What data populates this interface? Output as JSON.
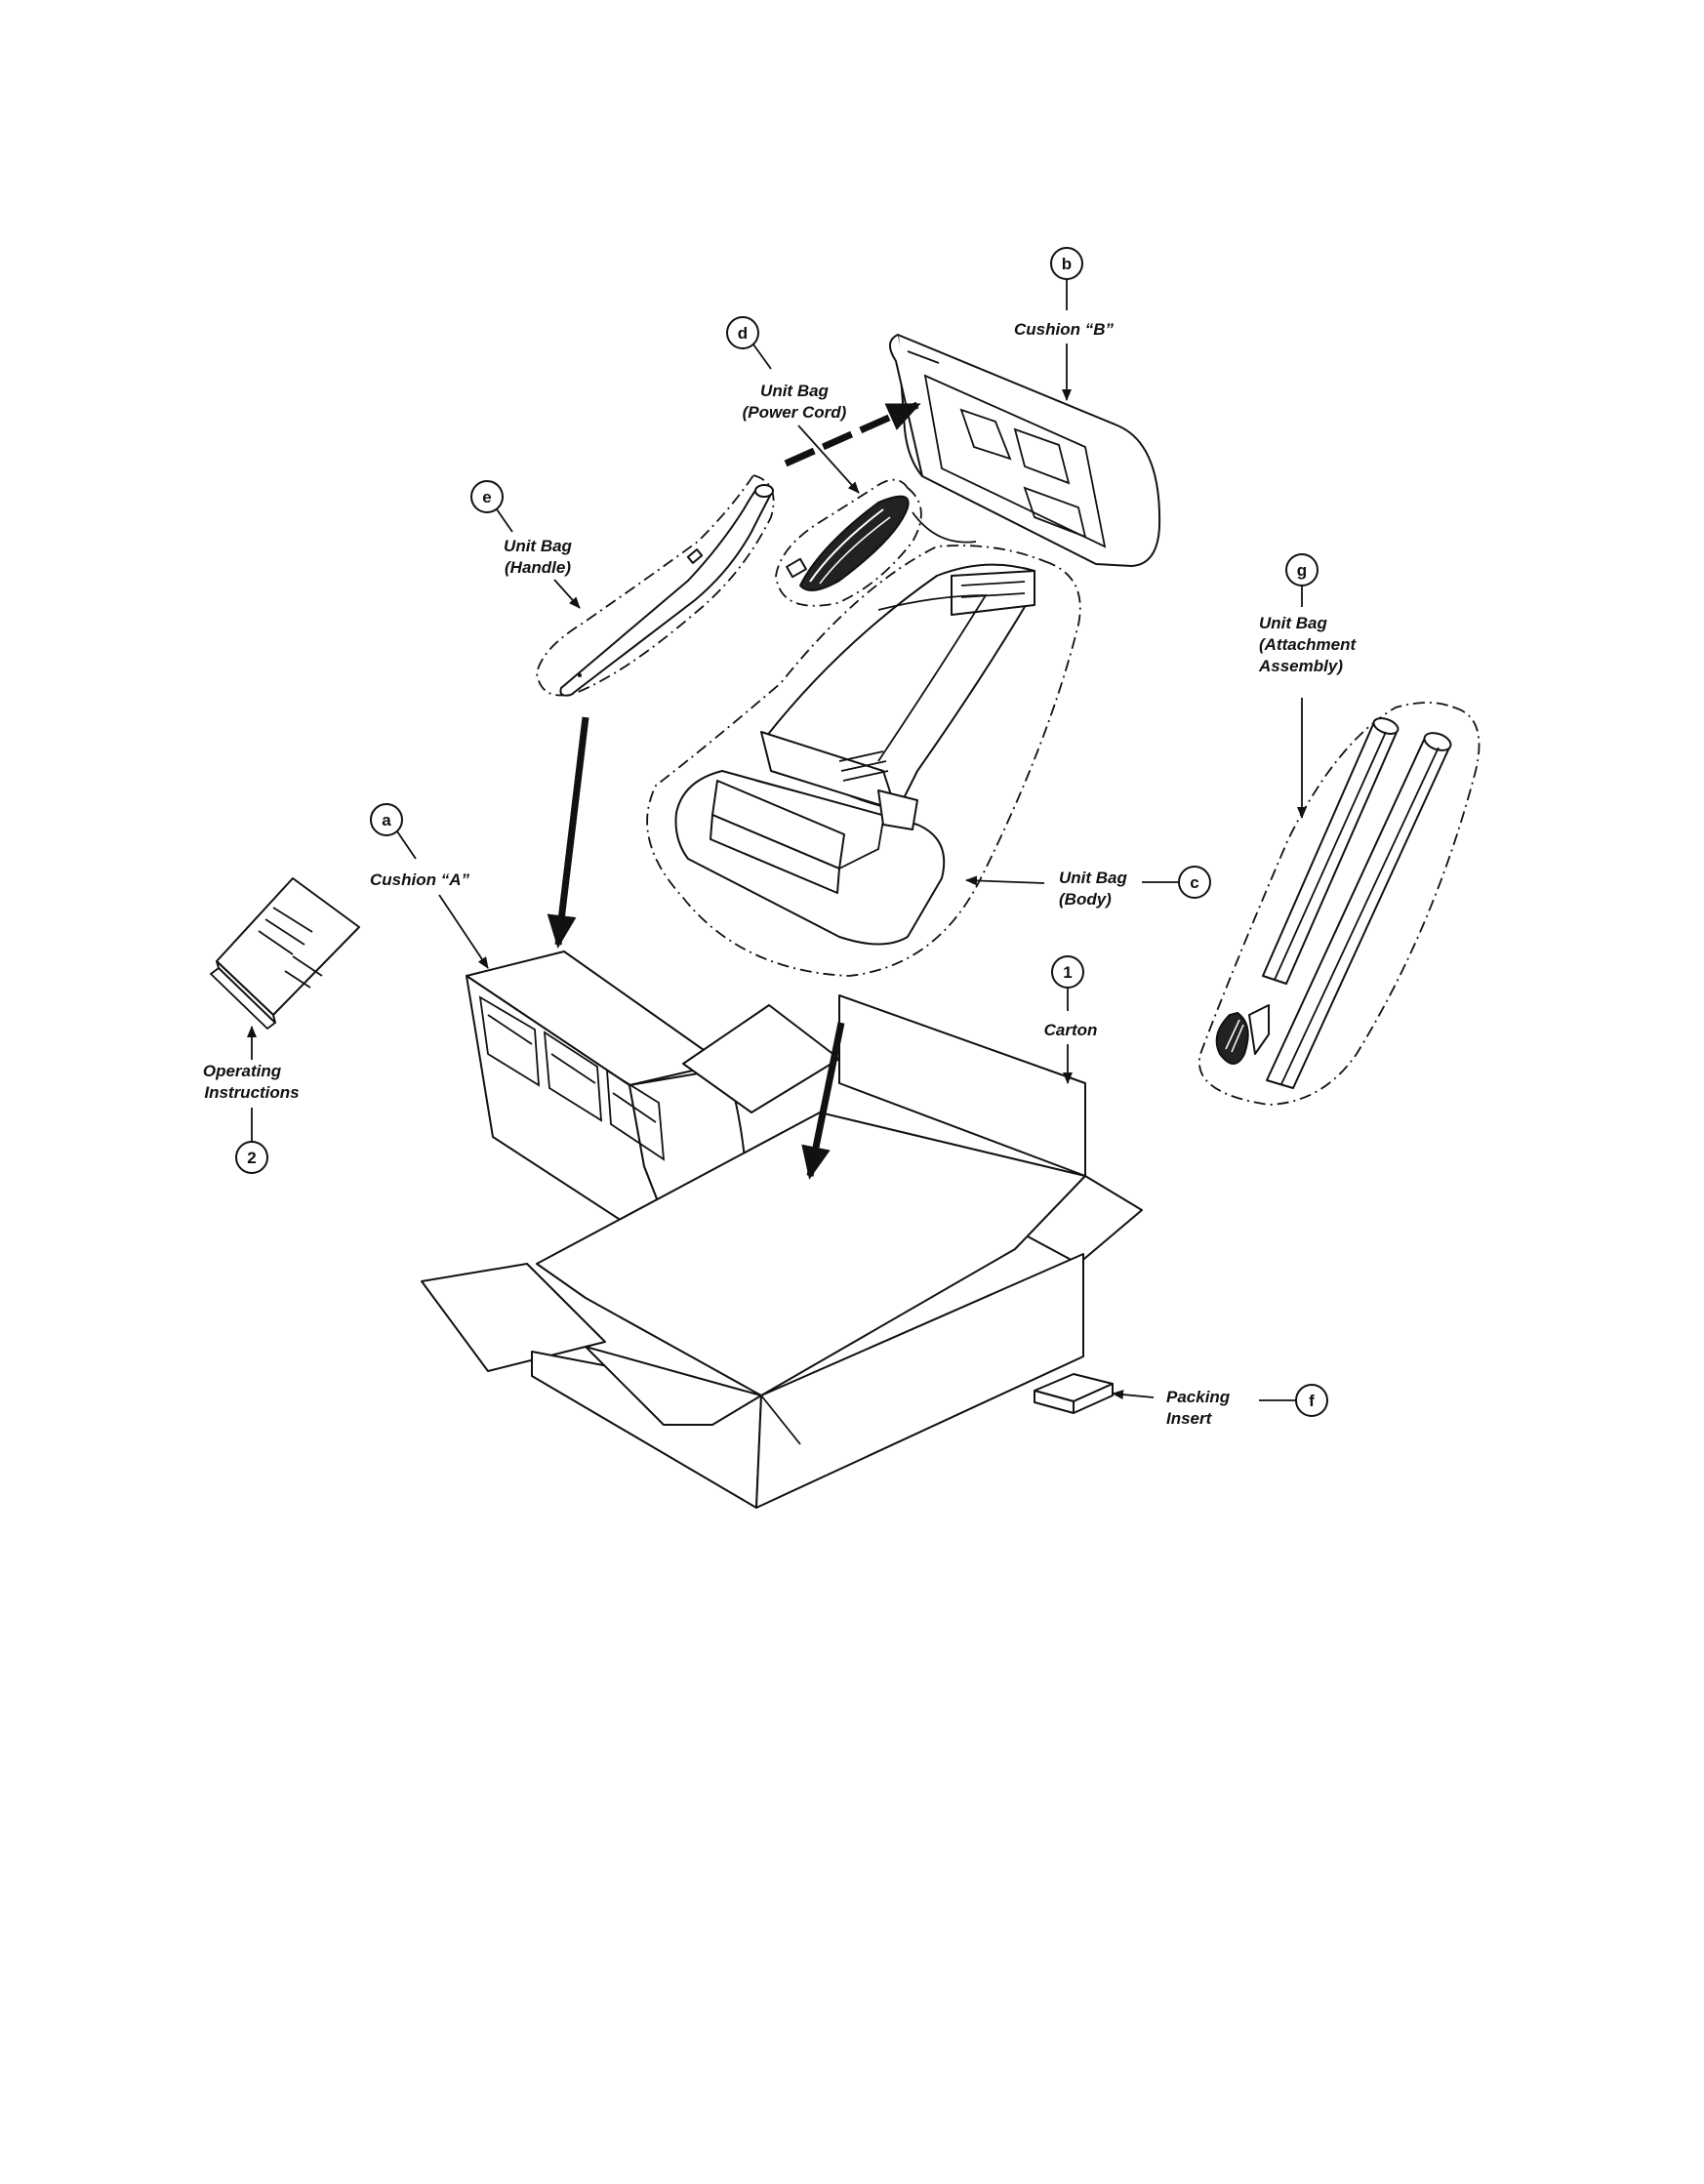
{
  "callouts": {
    "b": {
      "key": "b",
      "label": [
        "Cushion “B”"
      ]
    },
    "d": {
      "key": "d",
      "label": [
        "Unit Bag",
        "(Power Cord)"
      ]
    },
    "e": {
      "key": "e",
      "label": [
        "Unit Bag",
        "(Handle)"
      ]
    },
    "g": {
      "key": "g",
      "label": [
        "Unit Bag",
        "(Attachment",
        "Assembly)"
      ]
    },
    "a": {
      "key": "a",
      "label": [
        "Cushion “A”"
      ]
    },
    "c": {
      "key": "c",
      "label": [
        "Unit Bag",
        "(Body)"
      ]
    },
    "1": {
      "key": "1",
      "label": [
        "Carton"
      ]
    },
    "2": {
      "key": "2",
      "label": [
        "Operating",
        "Instructions"
      ]
    },
    "f": {
      "key": "f",
      "label": [
        "Packing",
        "Insert"
      ]
    }
  }
}
